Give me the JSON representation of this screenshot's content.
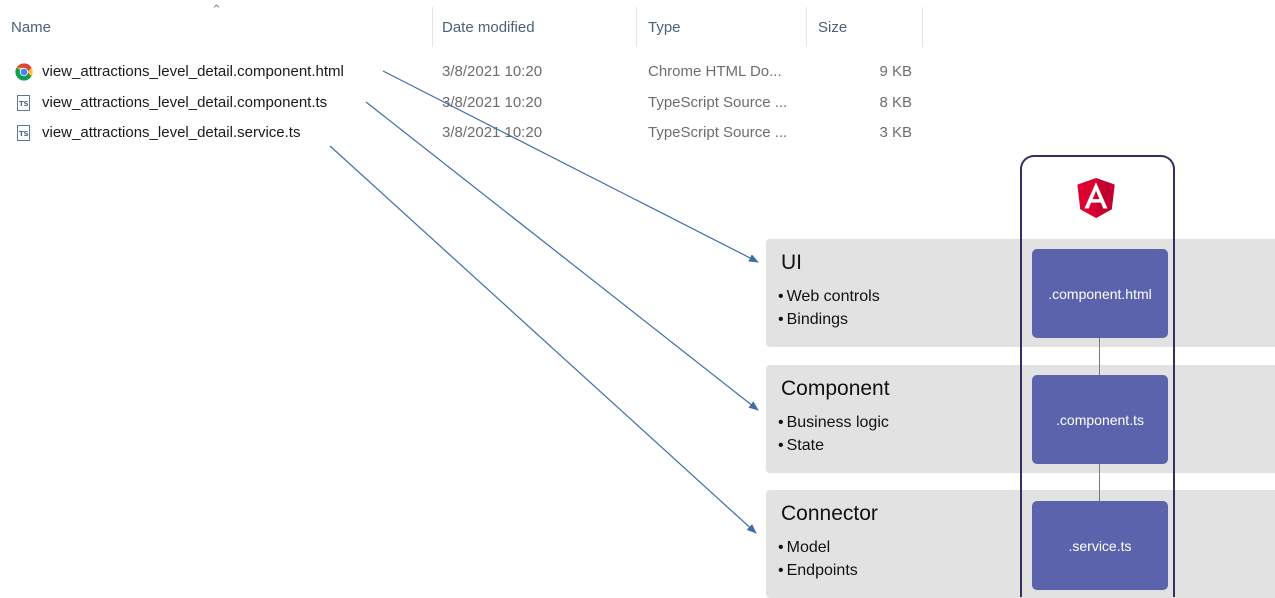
{
  "explorer": {
    "columns": {
      "name": "Name",
      "date_modified": "Date modified",
      "type": "Type",
      "size": "Size"
    },
    "files": [
      {
        "name": "view_attractions_level_detail.component.html",
        "date": "3/8/2021 10:20",
        "type": "Chrome HTML Do...",
        "size": "9 KB",
        "icon": "chrome-icon"
      },
      {
        "name": "view_attractions_level_detail.component.ts",
        "date": "3/8/2021 10:20",
        "type": "TypeScript Source ...",
        "size": "8 KB",
        "icon": "typescript-file-icon"
      },
      {
        "name": "view_attractions_level_detail.service.ts",
        "date": "3/8/2021 10:20",
        "type": "TypeScript Source ...",
        "size": "3 KB",
        "icon": "typescript-file-icon"
      }
    ],
    "ts_icon_text": "TS"
  },
  "layers": [
    {
      "title": "UI",
      "bullets": [
        "Web controls",
        "Bindings"
      ],
      "block": ".component.html"
    },
    {
      "title": "Component",
      "bullets": [
        "Business logic",
        "State"
      ],
      "block": ".component.ts"
    },
    {
      "title": "Connector",
      "bullets": [
        "Model",
        "Endpoints"
      ],
      "block": ".service.ts"
    }
  ],
  "colors": {
    "angular_red": "#dd0031",
    "angular_dark_red": "#c3002f",
    "block_blue": "#5b63ad",
    "frame_purple": "#3a2a66",
    "arrow_blue": "#3f6da8",
    "panel_gray": "#e2e2e2"
  }
}
